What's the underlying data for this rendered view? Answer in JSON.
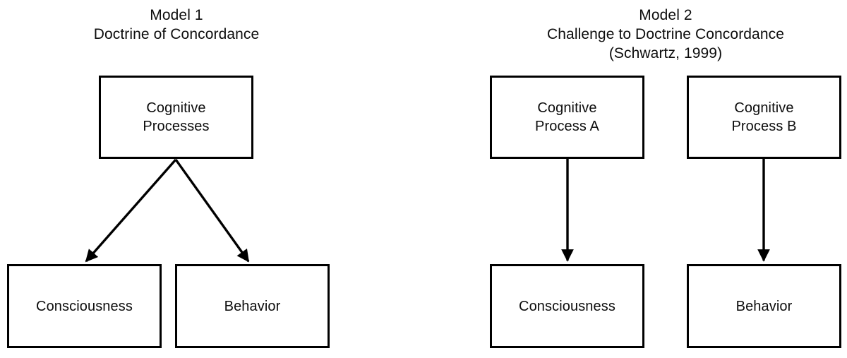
{
  "diagram": {
    "background_color": "#ffffff",
    "stroke_color": "#000000",
    "text_color": "#0d0d0d",
    "panels": [
      {
        "id": "model-1",
        "title_line_1": "Model 1",
        "title_line_2": "Doctrine of Concordance",
        "nodes": {
          "cognitive": {
            "line_1": "Cognitive",
            "line_2": "Processes"
          },
          "consciousness": {
            "line_1": "Consciousness"
          },
          "behavior": {
            "line_1": "Behavior"
          }
        },
        "edges": [
          {
            "from": "cognitive",
            "to": "consciousness",
            "style": "diagonal-arrow"
          },
          {
            "from": "cognitive",
            "to": "behavior",
            "style": "diagonal-arrow"
          }
        ]
      },
      {
        "id": "model-2",
        "title_line_1": "Model 2",
        "title_line_2": "Challenge to Doctrine Concordance",
        "title_line_3": "(Schwartz, 1999)",
        "nodes": {
          "process_a": {
            "line_1": "Cognitive",
            "line_2": "Process A"
          },
          "process_b": {
            "line_1": "Cognitive",
            "line_2": "Process B"
          },
          "consciousness": {
            "line_1": "Consciousness"
          },
          "behavior": {
            "line_1": "Behavior"
          }
        },
        "edges": [
          {
            "from": "process_a",
            "to": "consciousness",
            "style": "vertical-arrow"
          },
          {
            "from": "process_b",
            "to": "behavior",
            "style": "vertical-arrow"
          }
        ]
      }
    ]
  }
}
